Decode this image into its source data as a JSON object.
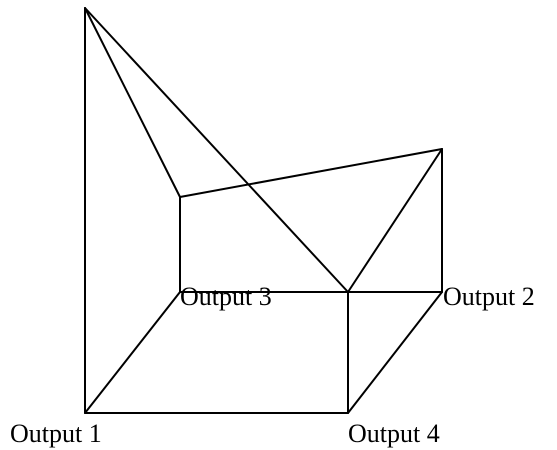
{
  "diagram": {
    "labels": {
      "output_1": "Output 1",
      "output_2": "Output 2",
      "output_3": "Output 3",
      "output_4": "Output 4"
    },
    "colors": {
      "line": "#000000",
      "background": "#ffffff",
      "text": "#000000"
    }
  }
}
